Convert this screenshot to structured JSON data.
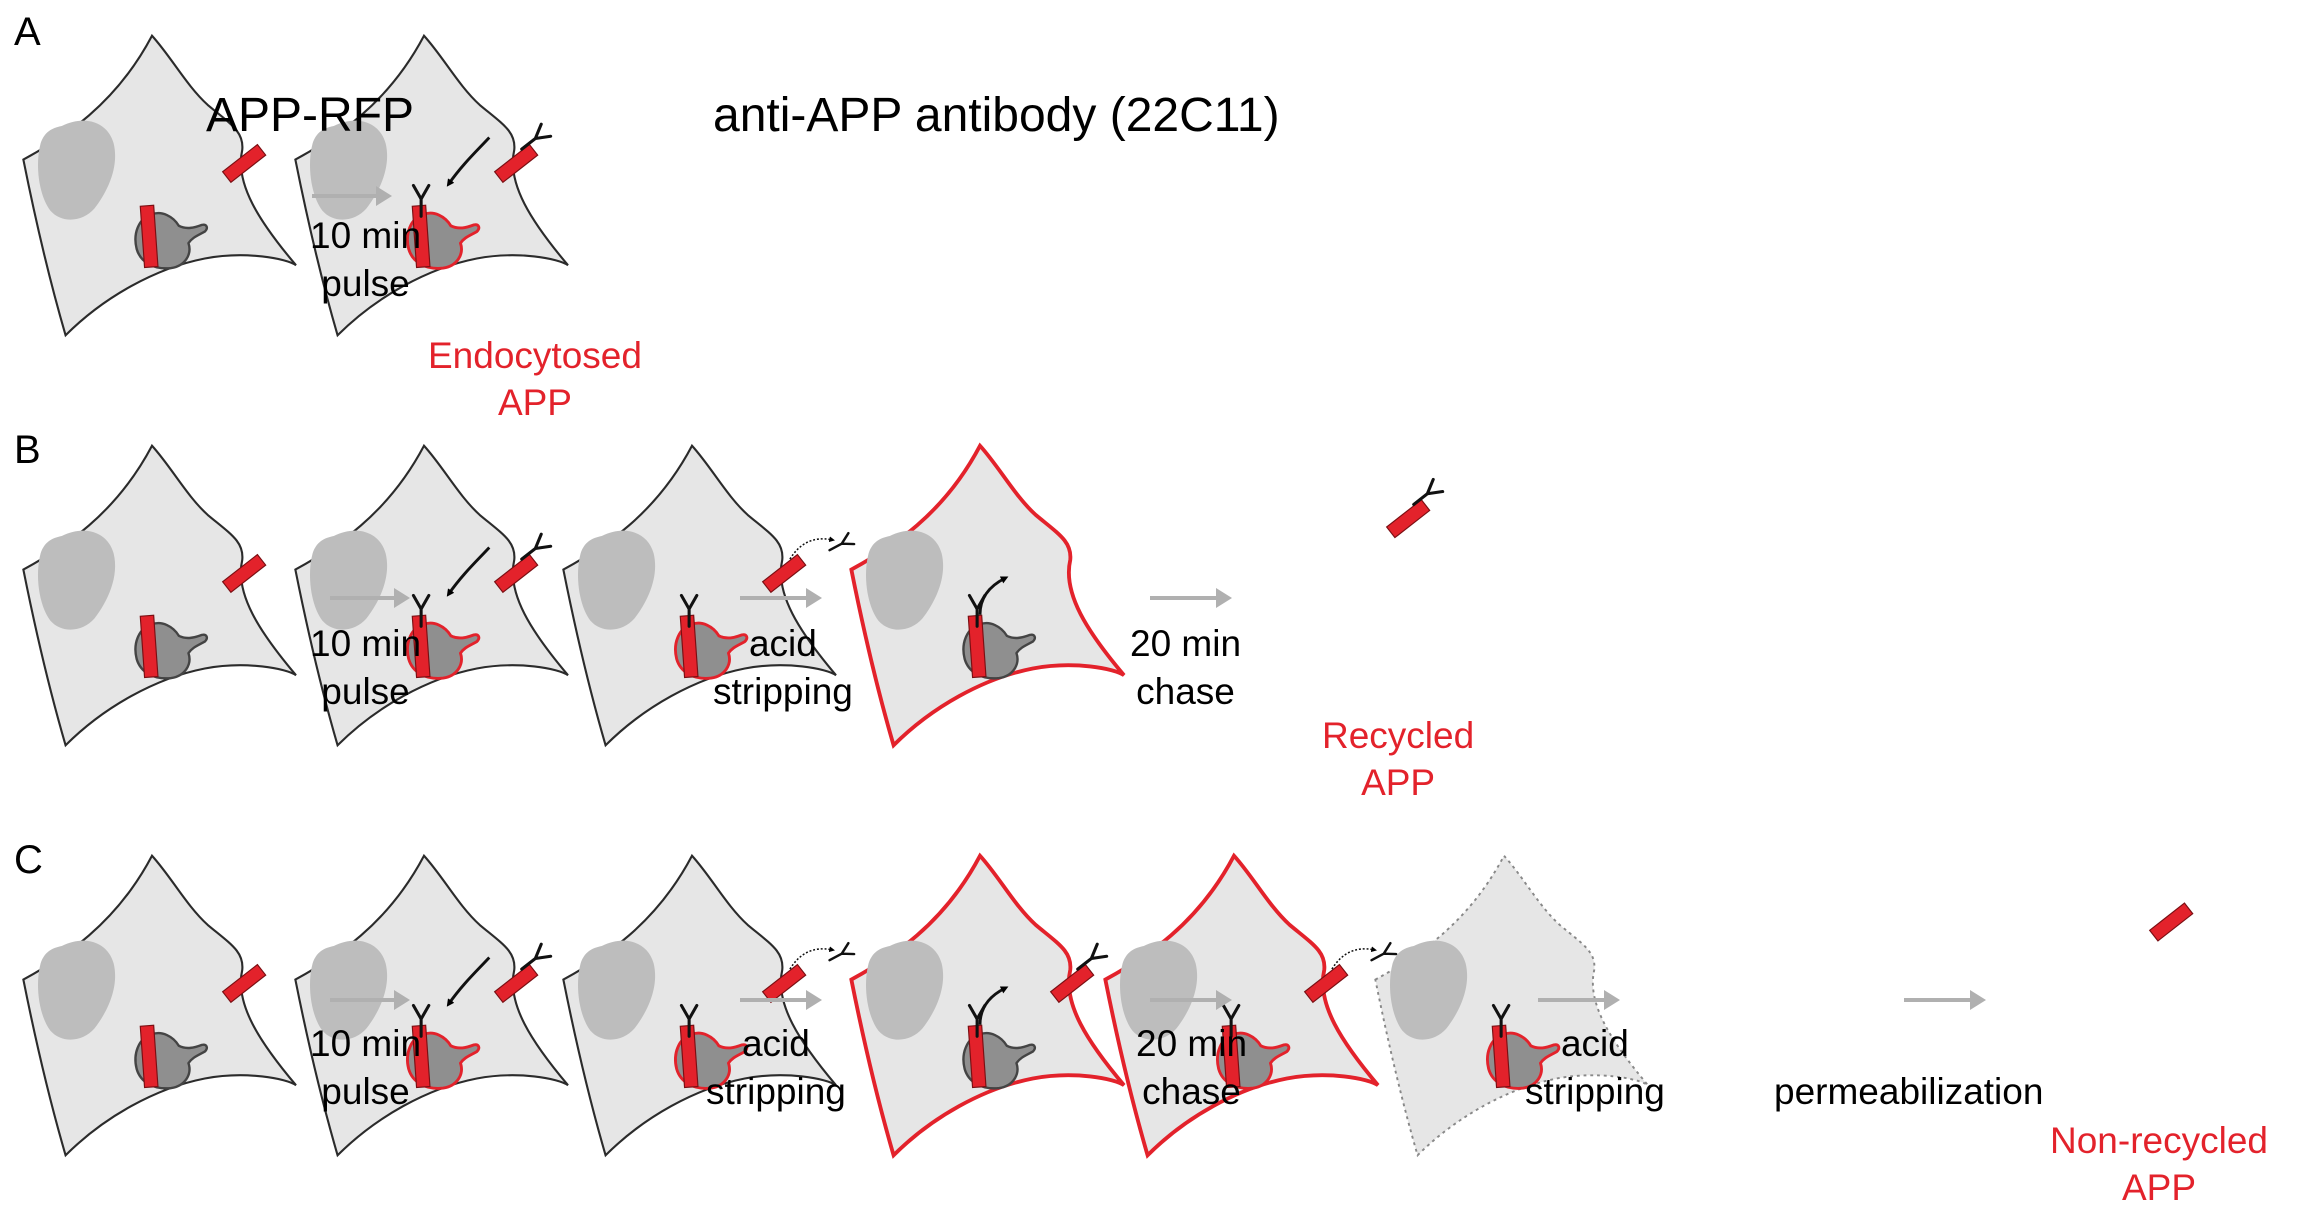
{
  "panels": [
    {
      "letter": "A",
      "labels": {
        "protein": "APP-RFP",
        "antibody": "anti-APP antibody (22C11)",
        "pulse": "10 min\npulse",
        "result": "Endocytosed\nAPP"
      }
    },
    {
      "letter": "B",
      "labels": {
        "pulse": "10 min\npulse",
        "strip": "acid\nstripping",
        "chase": "20 min\nchase",
        "result": "Recycled\nAPP"
      }
    },
    {
      "letter": "C",
      "labels": {
        "pulse": "10 min\npulse",
        "strip1": "acid\nstripping",
        "chase": "20 min\nchase",
        "strip2": "acid\nstripping",
        "perm": "permeabilization",
        "result": "Non-recycled\nAPP"
      }
    }
  ],
  "colors": {
    "accent": "#e3222b",
    "cell_fill": "#e6e6e6",
    "nucleus": "#bdbdbd",
    "endosome": "#8f8f8f",
    "arrow": "#b0b0b0"
  }
}
